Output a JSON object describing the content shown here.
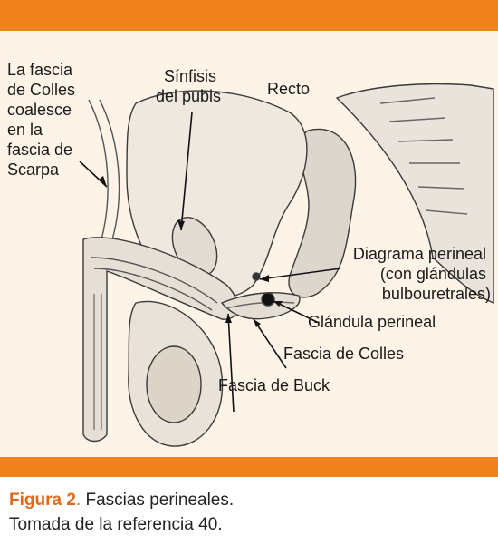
{
  "labels": {
    "colles_scarpa": [
      "La fascia",
      "de Colles",
      "coalesce",
      "en la",
      "fascia de",
      "Scarpa"
    ],
    "sinfisis": [
      "Sínfisis",
      "del pubis"
    ],
    "recto": "Recto",
    "diagrama": [
      "Diagrama perineal",
      "(con glándulas",
      "bulbouretrales)"
    ],
    "glandula": "Glándula perineal",
    "fascia_colles": "Fascia de Colles",
    "fascia_buck": "Fascia de Buck"
  },
  "caption": {
    "figure_label": "Figura 2",
    "separator": ".",
    "title": " Fascias perineales.",
    "source": "Tomada de la referencia 40."
  },
  "colors": {
    "accent": "#f0821e",
    "panel": "#fdf3e6",
    "caption_label": "#e06a1a"
  }
}
